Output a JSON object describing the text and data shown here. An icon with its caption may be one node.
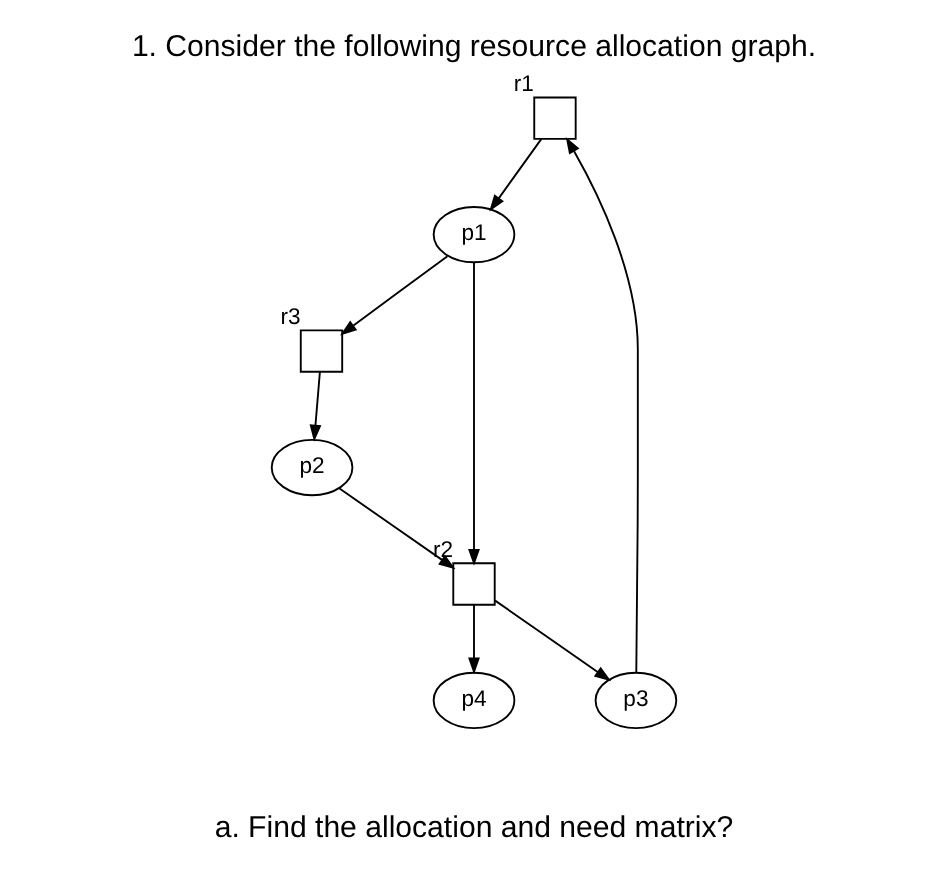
{
  "diagram": {
    "title": "1. Consider the following resource allocation graph.",
    "caption": "a. Find the allocation and need matrix?",
    "nodes": [
      {
        "text": [],
        "shape": "box",
        "beside": [
          "r1"
        ]
      },
      {
        "text": [],
        "shape": "box",
        "beside": [
          "r3"
        ]
      },
      {
        "text": [
          "p1"
        ]
      },
      {
        "text": [
          "p3"
        ]
      },
      {
        "text": [
          "p2"
        ]
      },
      {
        "text": [],
        "shape": "box",
        "beside": [
          "r2"
        ]
      },
      {
        "text": [
          "p4"
        ]
      }
    ],
    "edges": [
      {
        "from": 3,
        "to": 0,
        "arrow": "to"
      },
      {
        "from": 0,
        "to": 2,
        "arrow": "to"
      },
      {
        "from": 2,
        "to": 1,
        "arrow": "to"
      },
      {
        "from": 1,
        "to": 4,
        "arrow": "to"
      },
      {
        "from": 2,
        "to": 5,
        "arrow": "to"
      },
      {
        "from": 4,
        "to": 5,
        "arrow": "to"
      },
      {
        "from": 5,
        "to": 3,
        "arrow": "to"
      },
      {
        "from": 5,
        "to": 6,
        "arrow": "to"
      }
    ]
  }
}
